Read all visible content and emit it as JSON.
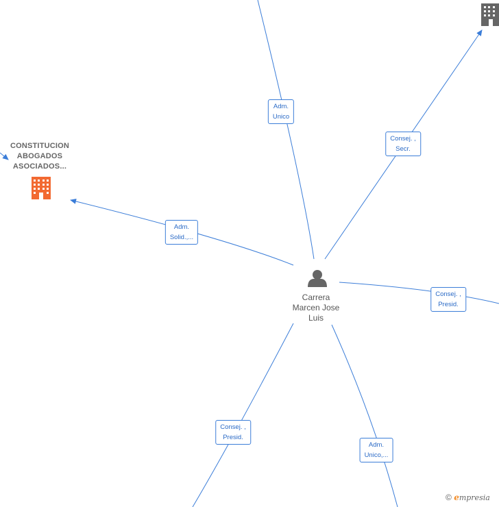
{
  "focus_person": {
    "name_lines": [
      "Carrera",
      "Marcen Jose",
      "Luis"
    ],
    "icon": "person-icon"
  },
  "company_focus": {
    "name_lines": [
      "CONSTITUCION",
      "ABOGADOS",
      "ASOCIADOS..."
    ],
    "icon": "building-icon",
    "color": "#f26a32"
  },
  "company_other": {
    "icon": "building-icon",
    "color": "#666666"
  },
  "edge_labels": [
    {
      "lines": [
        "Adm.",
        "Unico"
      ]
    },
    {
      "lines": [
        "Consej. ,",
        "Secr."
      ]
    },
    {
      "lines": [
        "Adm.",
        "Solid.,..."
      ]
    },
    {
      "lines": [
        "Consej. ,",
        "Presid."
      ]
    },
    {
      "lines": [
        "Consej. ,",
        "Presid."
      ]
    },
    {
      "lines": [
        "Adm.",
        "Unico,..."
      ]
    }
  ],
  "watermark": {
    "copyright": "©",
    "brand_e": "e",
    "brand_rest": "mpresia"
  },
  "colors": {
    "edge": "#3b7dd8",
    "label_text": "#2a6ac6"
  }
}
